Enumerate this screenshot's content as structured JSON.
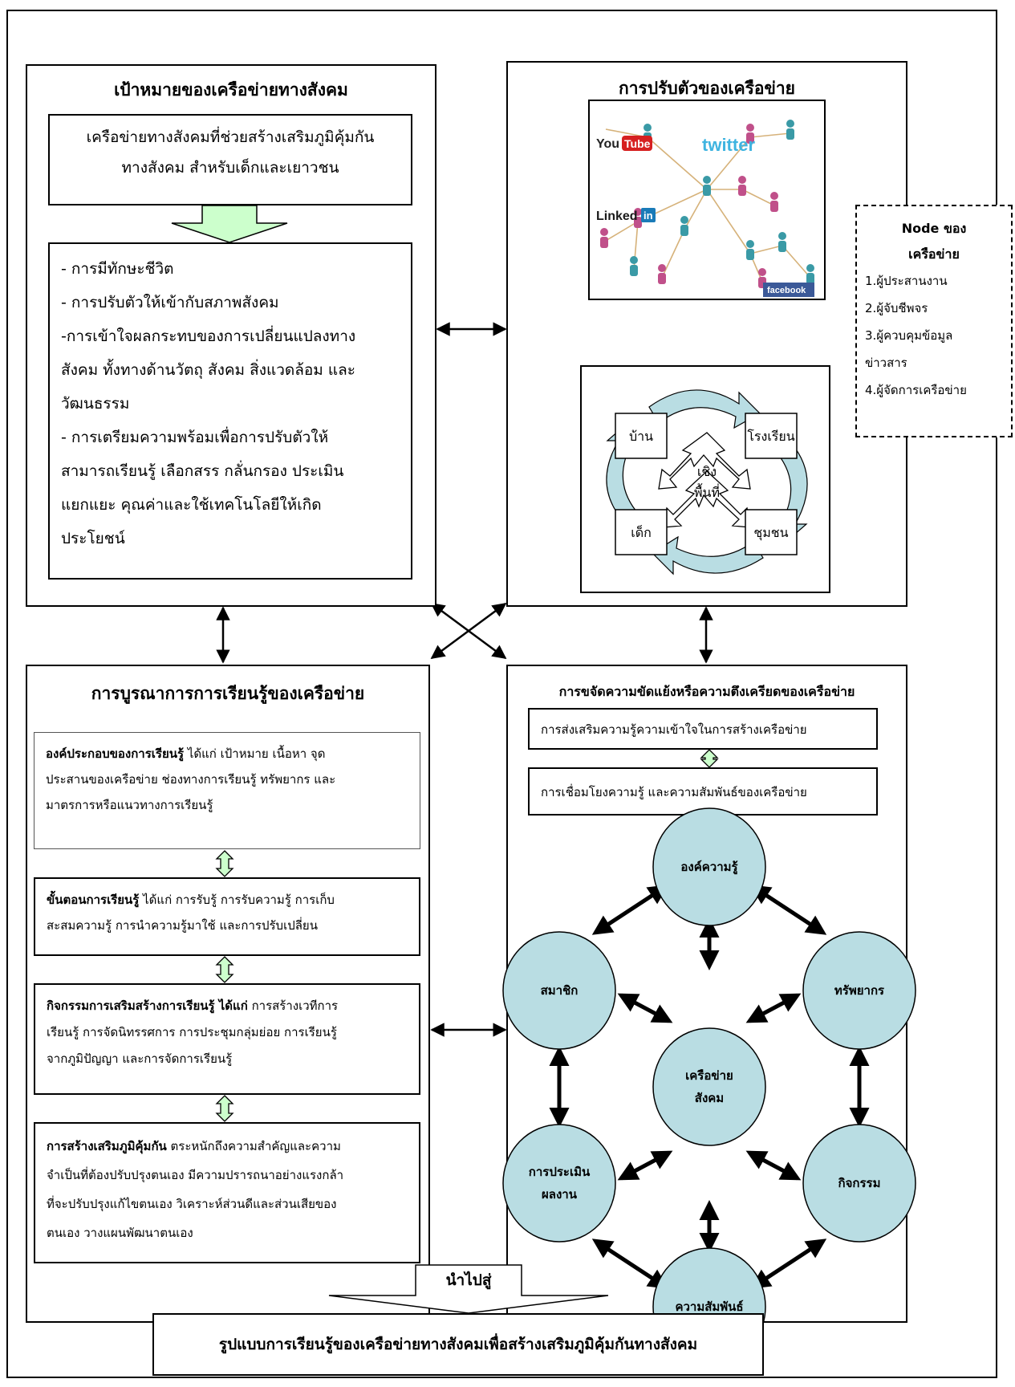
{
  "goal": {
    "title": "เป้าหมายของเครือข่ายทางสังคม",
    "statement": [
      "เครือข่ายทางสังคมที่ช่วยสร้างเสริมภูมิคุ้มกัน",
      "ทางสังคม สำหรับเด็กและเยาวชน"
    ],
    "items": [
      "- การมีทักษะชีวิต",
      "- การปรับตัวให้เข้ากับสภาพสังคม",
      " -การเข้าใจผลกระทบของการเปลี่ยนแปลงทาง",
      "สังคม ทั้งทางด้านวัตถุ สังคม สิ่งแวดล้อม และ",
      "วัฒนธรรม",
      "- การเตรียมความพร้อมเพื่อการปรับตัวให้",
      "สามารถเรียนรู้ เลือกสรร กลั่นกรอง ประเมิน",
      "แยกแยะ คุณค่าและใช้เทคโนโลยีให้เกิด",
      "ประโยชน์"
    ]
  },
  "adapt": {
    "title": "การปรับตัวของเครือข่าย",
    "logos": {
      "youtube_you": "You",
      "youtube_tube": "Tube",
      "twitter": "twitter",
      "linkedin": "Linked",
      "linkedin_in": "in",
      "facebook": "facebook"
    },
    "cycle": {
      "home": "บ้าน",
      "school": "โรงเรียน",
      "child": "เด็ก",
      "community": "ชุมชน",
      "center": [
        "เชิง",
        "พื้นที่"
      ]
    }
  },
  "nodes": {
    "title": [
      "Node ของ",
      "เครือข่าย"
    ],
    "items": [
      "1.ผู้ประสานงาน",
      "2.ผู้จับชีพจร",
      "3.ผู้ควบคุมข้อมูล",
      "ข่าวสาร",
      "4.ผู้จัดการเครือข่าย"
    ]
  },
  "integration": {
    "title": "การบูรณาการการเรียนรู้ของเครือข่าย",
    "boxes": [
      {
        "bold": "องค์ประกอบของการเรียนรู้",
        "lines": [
          " ได้แก่ เป้าหมาย  เนื้อหา จุด",
          "ประสานของเครือข่าย  ช่องทางการเรียนรู้  ทรัพยากร และ",
          "มาตรการหรือแนวทางการเรียนรู้"
        ]
      },
      {
        "bold": "ขั้นตอนการเรียนรู้",
        "lines": [
          " ได้แก่ การรับรู้  การรับความรู้  การเก็บ",
          "สะสมความรู้  การนำความรู้มาใช้  และการปรับเปลี่ยน"
        ]
      },
      {
        "bold": "กิจกรรมการเสริมสร้างการเรียนรู้  ได้แก่",
        "lines": [
          " การสร้างเวทีการ",
          "เรียนรู้    การจัดนิทรรศการ  การประชุมกลุ่มย่อย  การเรียนรู้",
          "จากภูมิปัญญา  และการจัดการเรียนรู้"
        ]
      },
      {
        "bold": "การสร้างเสริมภูมิคุ้มกัน",
        "lines": "  ตระหนักถึงความสำคัญและความ|จำเป็นที่ต้องปรับปรุงตนเอง   มีความปรารถนาอย่างแรงกล้า|ที่จะปรับปรุงแก้ไขตนเอง   วิเคราะห์ส่วนดีและส่วนเสียของ|ตนเอง  วางแผนพัฒนาตนเอง"
      }
    ]
  },
  "conflict": {
    "title": "การขจัดความขัดแย้งหรือความตึงเครียดของเครือข่าย",
    "box1": "การส่งเสริมความรู้ความเข้าใจในการสร้างเครือข่าย",
    "box2": "การเชื่อมโยงความรู้ และความสัมพันธ์ของเครือข่าย",
    "circles": {
      "top": "องค์ความรู้",
      "left_top": "สมาชิก",
      "right_top": "ทรัพยากร",
      "center": [
        "เครือข่าย",
        "สังคม"
      ],
      "left_bottom": [
        "การประเมิน",
        "ผลงาน"
      ],
      "right_bottom": "กิจกรรม",
      "bottom": "ความสัมพันธ์"
    }
  },
  "lead": "นำไปสู่",
  "result": "รูปแบบการเรียนรู้ของเครือข่ายทางสังคมเพื่อสร้างเสริมภูมิคุ้มกันทางสังคม"
}
